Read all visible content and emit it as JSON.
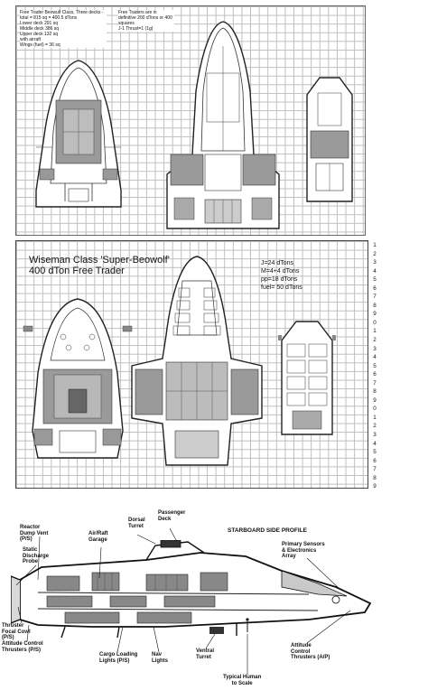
{
  "top_panel": {
    "spec_note": "Free Trader Beowulf Class, Three decks - total = 815 sq = 400.5 dTons\nLower deck 291 sq\nMiddle deck 386 sq\nUpper deck 132 sq\nwith airraft\nWings (fuel) = 36 sq",
    "info_note": "Free Traders are in definitive 200 dTons or 400 squares\nJ-1 Thrust=1 (1g)"
  },
  "mid_panel": {
    "title_line1": "Wiseman Class 'Super-Beowolf'",
    "title_line2": "400 dTon Free Trader",
    "stats": [
      "J=24 dTons",
      "M=4+4 dTons",
      "pp=18 dTons",
      "fuel= 50 dTons"
    ],
    "ruler_numbers": [
      "1",
      "2",
      "3",
      "4",
      "5",
      "6",
      "7",
      "8",
      "9",
      "0",
      "1",
      "2",
      "3",
      "4",
      "5",
      "6",
      "7",
      "8",
      "9",
      "0",
      "1",
      "2",
      "3",
      "4",
      "5",
      "6",
      "7",
      "8",
      "9"
    ]
  },
  "bottom_panel": {
    "labels": {
      "reactor_dump_vent": "Reactor\nDump Vent\n(P/S)",
      "static_discharge_probe": "Static\nDischarge\nProbe",
      "air_raft_garage": "Air/Raft\nGarage",
      "dorsal_turret": "Dorsal\nTurret",
      "passenger_deck": "Passenger\nDeck",
      "starboard_side_profile": "STARBOARD SIDE PROFILE",
      "primary_sensors": "Primary Sensors\n& Electronics\nArray",
      "thruster_focal_cowl": "Thruster\nFocal Cowl\n(P/S)",
      "attitude_control_ps": "Attitude Control\nThrusters (P/S)",
      "cargo_loading_lights": "Cargo Loading\nLights (P/S)",
      "nav_lights": "Nav\nLights",
      "ventral_turret": "Ventral\nTurret",
      "attitude_control_ap": "Attitude\nControl\nThrusters (A/P)",
      "typical_human": "Typical Human\nto Scale"
    }
  }
}
